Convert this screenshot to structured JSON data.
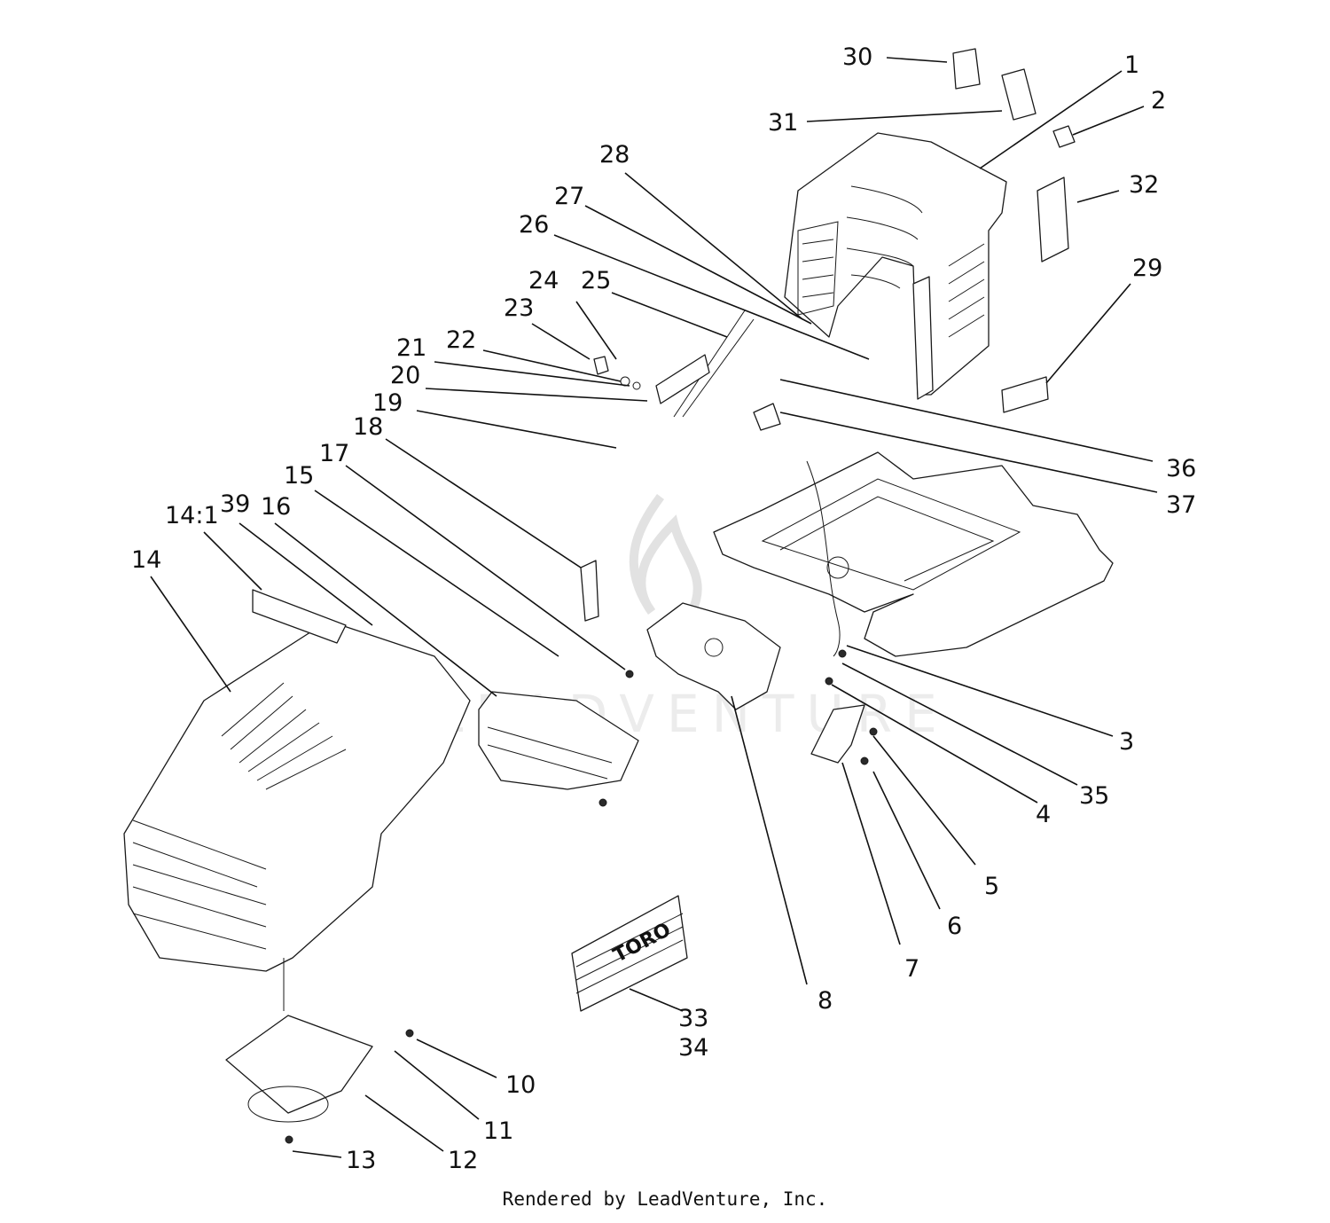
{
  "diagram": {
    "callouts": [
      "1",
      "2",
      "3",
      "4",
      "5",
      "6",
      "7",
      "8",
      "10",
      "11",
      "12",
      "13",
      "14",
      "14:1",
      "15",
      "16",
      "17",
      "18",
      "19",
      "20",
      "21",
      "22",
      "23",
      "24",
      "25",
      "26",
      "27",
      "28",
      "29",
      "30",
      "31",
      "32",
      "33",
      "34",
      "35",
      "36",
      "37",
      "39"
    ],
    "decal_text": "TORO",
    "watermark": "LEADVENTURE"
  },
  "footer": {
    "credit": "Rendered by LeadVenture, Inc."
  }
}
